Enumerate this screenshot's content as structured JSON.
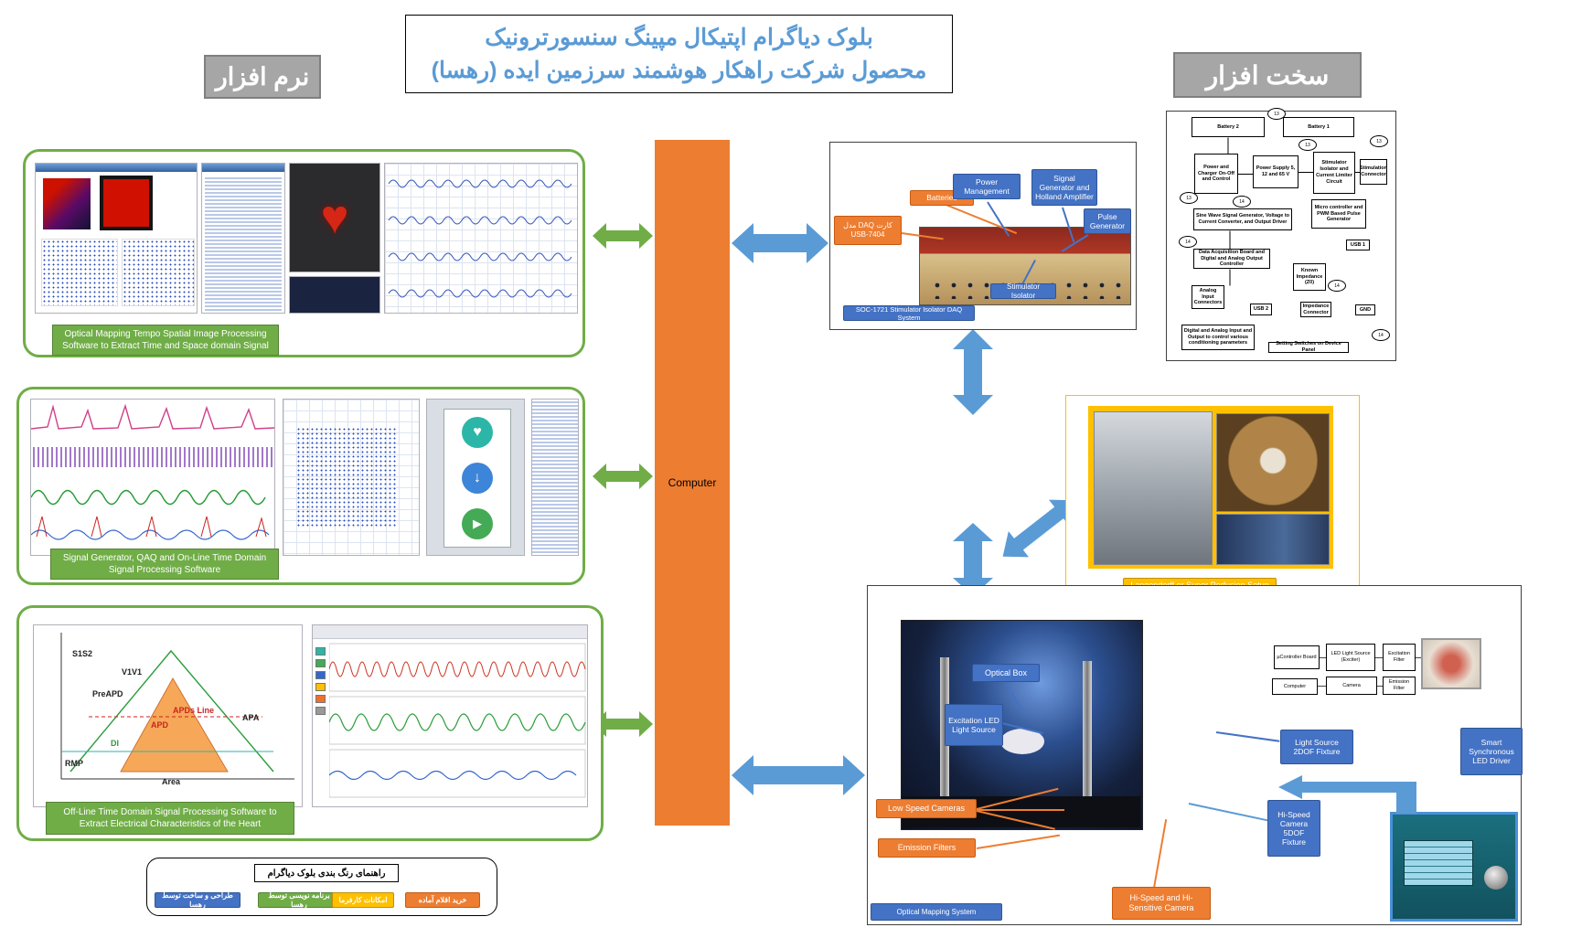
{
  "title": {
    "line1": "بلوک دیاگرام اپتیکال مپینگ سنسورترونیک",
    "line2": "محصول شرکت راهکار هوشمند سرزمین ایده (رهسا)"
  },
  "sections": {
    "software": "نرم افزار",
    "hardware": "سخت افزار"
  },
  "computer_label": "Computer",
  "software": {
    "box1_caption": "Optical Mapping Tempo Spatial Image Processing Software to Extract Time and Space domain Signal",
    "box2_caption": "Signal Generator, QAQ and On-Line Time Domain Signal Processing Software",
    "box3_caption": "Off-Line Time Domain Signal Processing Software to Extract Electrical Characteristics of the Heart",
    "apd_labels": {
      "s1s2": "S1S2",
      "v1v1": "V1V1",
      "preapd": "PreAPD",
      "apds_line": "APDs Line",
      "apd": "APD",
      "apa": "APA",
      "rmp": "RMP",
      "di": "DI",
      "area": "Area"
    }
  },
  "daq": {
    "caption": "SOC-1721 Stimulator Isolator DAQ System",
    "batteries": "Batteries",
    "power_management": "Power Management",
    "signal_generator": "Signal Generator and Holland Amplifier",
    "pulse_generator": "Pulse Generator",
    "stimulator_isolator": "Stimulator Isolator",
    "daq_card": "کارت DAQ مدل USB-7404"
  },
  "hw_diagram": {
    "blocks": [
      {
        "label": "Battery 2"
      },
      {
        "label": "Battery 1"
      },
      {
        "label": "Power and Charger On-Off and Control"
      },
      {
        "label": "Power Supply 5, 12 and 65 V"
      },
      {
        "label": "Stimulator Isolator and Current Limiter Circuit"
      },
      {
        "label": "Stimulation Connector"
      },
      {
        "label": "Sine Wave Signal Generator, Voltage to Current Converter, and Output Driver"
      },
      {
        "label": "Micro controller and PWM Based Pulse Generator"
      },
      {
        "label": "USB 1"
      },
      {
        "label": "Data Acquisition Board and Digital and Analog Output Controller"
      },
      {
        "label": "Known Impedance (Z0)"
      },
      {
        "label": "Analog Input Connectors"
      },
      {
        "label": "USB 2"
      },
      {
        "label": "Impedance Connector"
      },
      {
        "label": "GND"
      },
      {
        "label": "Digital and Analog Input and Output to control various conditioning parameters"
      },
      {
        "label": "Setting Switches on Device Panel"
      }
    ],
    "badges": [
      "13",
      "13",
      "13",
      "13",
      "14",
      "14",
      "14",
      "14"
    ]
  },
  "langendorff_caption": "Langendorff  or Super Perfusion Setup",
  "optical": {
    "caption": "Optical Mapping System",
    "optical_box": "Optical Box",
    "excitation_led": "Excitation LED Light Source",
    "light_source_fixture": "Light Source 2DOF Fixture",
    "smart_driver": "Smart Synchronous LED Driver",
    "low_speed_cameras": "Low Speed Cameras",
    "emission_filters": "Emission Filters",
    "hispeed_fixture": "Hi-Speed Camera 5DOF Fixture",
    "hispeed_camera": "Hi-Speed and Hi-Sensitive Camera",
    "mini_flow": {
      "ucontroller": "µController Board",
      "led_source": "LED Light Source (Exciter)",
      "excitation_filter": "Excitation Filter",
      "computer": "Computer",
      "camera": "Camera",
      "emission_filter": "Emission Filter"
    }
  },
  "legend": {
    "title": "راهنمای رنگ بندی بلوک دیاگرام",
    "items": [
      {
        "label": "طراحی و ساخت توسط رهسا",
        "color": "#4472c4"
      },
      {
        "label": "برنامه نویسی توسط رهسا",
        "color": "#70ad47"
      },
      {
        "label": "امکانات کارفرما",
        "color": "#ffc000"
      },
      {
        "label": "خرید اقلام آماده",
        "color": "#ed7d31"
      }
    ]
  },
  "colors": {
    "blue_label": "#4472c4",
    "orange": "#ed7d31",
    "green": "#70ad47",
    "arrow_blue": "#5b9bd5",
    "yellow": "#ffc000",
    "title_blue": "#5b9bd5",
    "gray_tag": "#a6a6a6"
  }
}
